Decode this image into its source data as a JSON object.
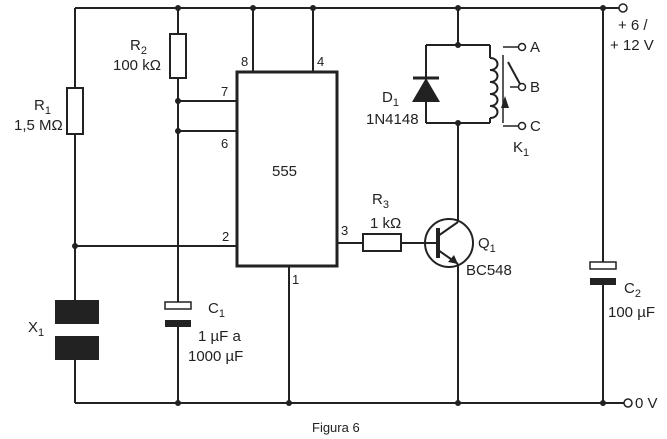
{
  "supply": {
    "line1": "+ 6 /",
    "line2": "+ 12 V"
  },
  "ground": {
    "label": "0 V"
  },
  "r1": {
    "name": "R",
    "sub": "1",
    "value": "1,5 MΩ"
  },
  "r2": {
    "name": "R",
    "sub": "2",
    "value": "100 kΩ"
  },
  "r3": {
    "name": "R",
    "sub": "3",
    "value": "1 kΩ"
  },
  "c1": {
    "name": "C",
    "sub": "1",
    "value1": "1 µF a",
    "value2": "1000 µF"
  },
  "c2": {
    "name": "C",
    "sub": "2",
    "value": "100 µF"
  },
  "d1": {
    "name": "D",
    "sub": "1",
    "value": "1N4148"
  },
  "q1": {
    "name": "Q",
    "sub": "1",
    "value": "BC548"
  },
  "k1": {
    "name": "K",
    "sub": "1",
    "contacts": [
      "A",
      "B",
      "C"
    ]
  },
  "x1": {
    "name": "X",
    "sub": "1"
  },
  "ic": {
    "label": "555",
    "pins": [
      "8",
      "4",
      "7",
      "6",
      "2",
      "3",
      "1"
    ]
  },
  "caption": "Figura 6"
}
